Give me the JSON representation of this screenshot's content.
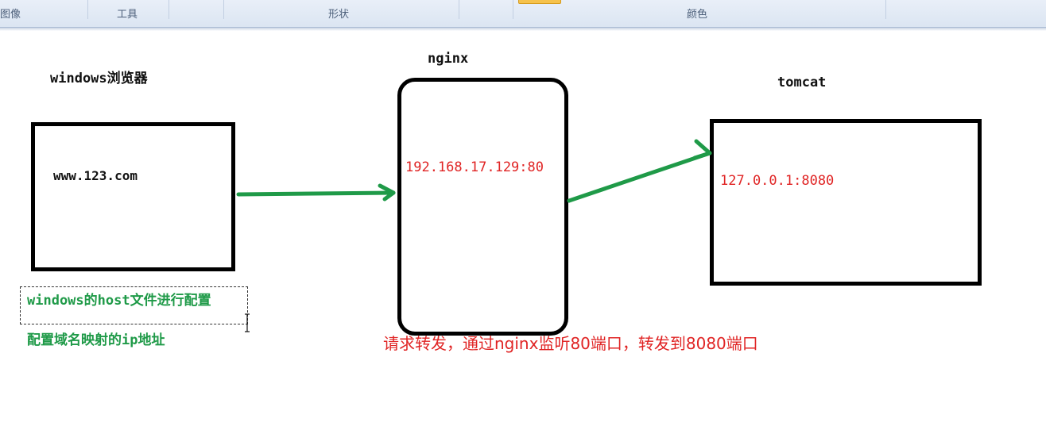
{
  "ribbon": {
    "groups": [
      "图像",
      "工具",
      "形状",
      "颜色"
    ]
  },
  "diagram": {
    "browser_title": "windows浏览器",
    "browser_url": "www.123.com",
    "nginx_title": "nginx",
    "nginx_address": "192.168.17.129:80",
    "tomcat_title": "tomcat",
    "tomcat_address": "127.0.0.1:8080",
    "host_note_line1": "windows的host文件进行配置",
    "host_note_line2": "配置域名映射的ip地址",
    "forward_note": "请求转发，通过nginx监听80端口，转发到8080端口"
  },
  "colors": {
    "box_border": "#000000",
    "arrow": "#1f9a48",
    "address_text": "#e02424",
    "note_green": "#1f9a48",
    "ribbon_bg": "#dbe5f2"
  },
  "icons": {
    "cursor": "text-cursor-icon"
  }
}
